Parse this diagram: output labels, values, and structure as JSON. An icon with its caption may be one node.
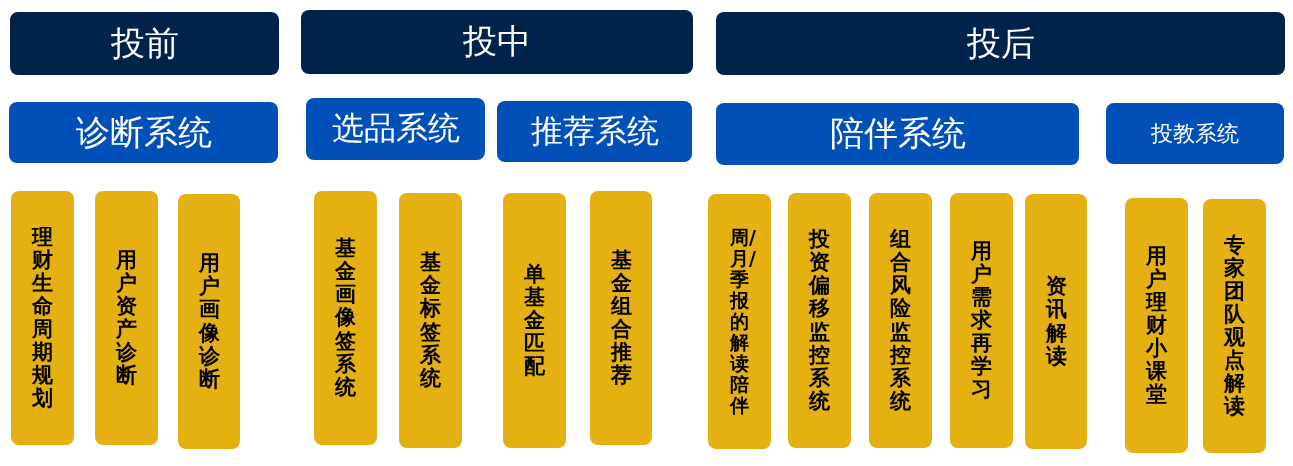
{
  "diagram": {
    "nodes": [
      {
        "text": [
          "投前"
        ]
      },
      {
        "text": [
          "投中"
        ]
      },
      {
        "text": [
          "投后"
        ]
      },
      {
        "text": [
          "诊断系统"
        ]
      },
      {
        "text": [
          "选品系统"
        ]
      },
      {
        "text": [
          "推荐系统"
        ]
      },
      {
        "text": [
          "陪伴系统"
        ]
      },
      {
        "text": [
          "投教系统"
        ]
      },
      {
        "text": [
          "理财生命周期规划"
        ]
      },
      {
        "text": [
          "用户资产诊断"
        ]
      },
      {
        "text": [
          "用户画像诊断"
        ]
      },
      {
        "text": [
          "基金画像签系统"
        ]
      },
      {
        "text": [
          "基金标签系统"
        ]
      },
      {
        "text": [
          "单基金匹配"
        ]
      },
      {
        "text": [
          "基金组合推荐"
        ]
      },
      {
        "text": [
          "周/月/季报的解读陪伴"
        ]
      },
      {
        "text": [
          "投资偏移监控系统"
        ]
      },
      {
        "text": [
          "组合风险监控系统"
        ]
      },
      {
        "text": [
          "用户需求再学习"
        ]
      },
      {
        "text": [
          "资讯解读"
        ]
      },
      {
        "text": [
          "用户理财小课堂"
        ]
      },
      {
        "text": [
          "专家团队观点解读"
        ]
      }
    ]
  }
}
